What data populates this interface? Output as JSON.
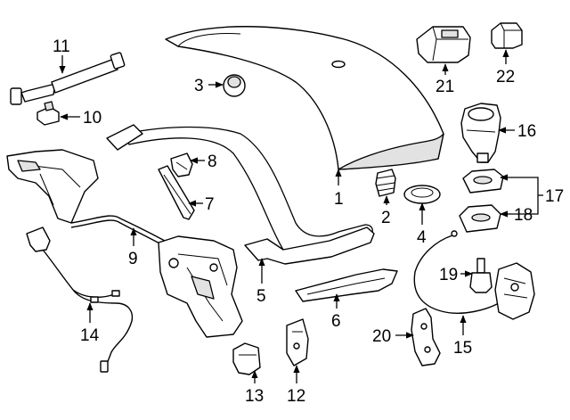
{
  "callouts": [
    {
      "id": "c1",
      "text": "1"
    },
    {
      "id": "c2",
      "text": "2"
    },
    {
      "id": "c3",
      "text": "3"
    },
    {
      "id": "c4",
      "text": "4"
    },
    {
      "id": "c5",
      "text": "5"
    },
    {
      "id": "c6",
      "text": "6"
    },
    {
      "id": "c7",
      "text": "7"
    },
    {
      "id": "c8",
      "text": "8"
    },
    {
      "id": "c9",
      "text": "9"
    },
    {
      "id": "c10",
      "text": "10"
    },
    {
      "id": "c11",
      "text": "11"
    },
    {
      "id": "c12",
      "text": "12"
    },
    {
      "id": "c13",
      "text": "13"
    },
    {
      "id": "c14",
      "text": "14"
    },
    {
      "id": "c15",
      "text": "15"
    },
    {
      "id": "c16",
      "text": "16"
    },
    {
      "id": "c17",
      "text": "17"
    },
    {
      "id": "c18",
      "text": "18"
    },
    {
      "id": "c19",
      "text": "19"
    },
    {
      "id": "c20",
      "text": "20"
    },
    {
      "id": "c21",
      "text": "21"
    },
    {
      "id": "c22",
      "text": "22"
    }
  ]
}
